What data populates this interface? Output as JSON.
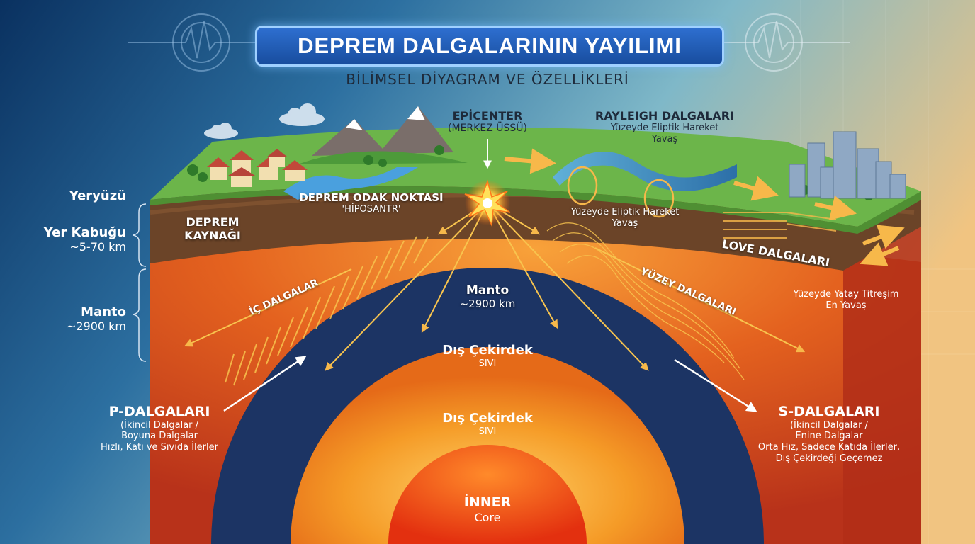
{
  "header": {
    "title": "DEPREM DALGALARININ YAYILIMI",
    "subtitle": "BİLİMSEL DİYAGRAM VE ÖZELLİKLERİ"
  },
  "side_labels": {
    "surface": "Yeryüzü",
    "crust_title": "Yer Kabuğu",
    "crust_depth": "~5-70 km",
    "mantle_title": "Manto",
    "mantle_depth": "~2900 km"
  },
  "epicenter": {
    "title": "EPİCENTER",
    "sub": "(MERKEZ ÜSSÜ)"
  },
  "rayleigh": {
    "title": "RAYLEIGH DALGALARI",
    "sub1": "Yüzeyde Eliptik Hareket",
    "sub2": "Yavaş"
  },
  "rayleigh_inner": {
    "line1": "Yüzeyde Eliptik Hareket",
    "line2": "Yavaş"
  },
  "focus": {
    "title": "DEPREM ODAK NOKTASI",
    "sub": "'HİPOSANTR'"
  },
  "source": {
    "line1": "DEPREM",
    "line2": "KAYNAĞI"
  },
  "love": {
    "title": "LOVE DALGALARI",
    "sub1": "Yüzeyde Yatay Titreşim",
    "sub2": "En Yavaş"
  },
  "body_waves": "İÇ DALGALAR",
  "surface_waves": "YÜZEY DALGALARI",
  "mantle_center": {
    "title": "Manto",
    "sub": "~2900 km"
  },
  "outer_core_1": {
    "title": "Dış Çekirdek",
    "sub": "SIVI"
  },
  "outer_core_2": {
    "title": "Dış Çekirdek",
    "sub": "SIVI"
  },
  "inner_core": {
    "title": "İNNER",
    "sub": "Core"
  },
  "p_waves": {
    "title": "P-DALGALARI",
    "sub1": "(İkincil Dalgalar /",
    "sub2": "Boyuna Dalgalar",
    "sub3": "Hızlı, Katı ve Sıvıda İlerler"
  },
  "s_waves": {
    "title": "S-DALGALARI",
    "sub1": "(İkincil Dalgalar /",
    "sub2": "Enine Dalgalar",
    "sub3": "Orta Hız, Sadece Katıda İlerler,",
    "sub4": "Dış Çekirdeği Geçemez"
  },
  "colors": {
    "bg_left": "#0d3a6e",
    "bg_right": "#f2c27a",
    "mantle": "#e0531e",
    "outer_core": "#1c3464",
    "core_orange": "#f08a1f",
    "inner_core": "#ee3d12",
    "grass": "#6cb54a",
    "crust": "#6b4428",
    "arrow": "#f5b041"
  },
  "icons": [
    "seismograph-icon",
    "seismograph-icon",
    "cloud-icon",
    "cloud-icon",
    "mountain-icon",
    "house-icon",
    "building-icon",
    "explosion-icon"
  ]
}
